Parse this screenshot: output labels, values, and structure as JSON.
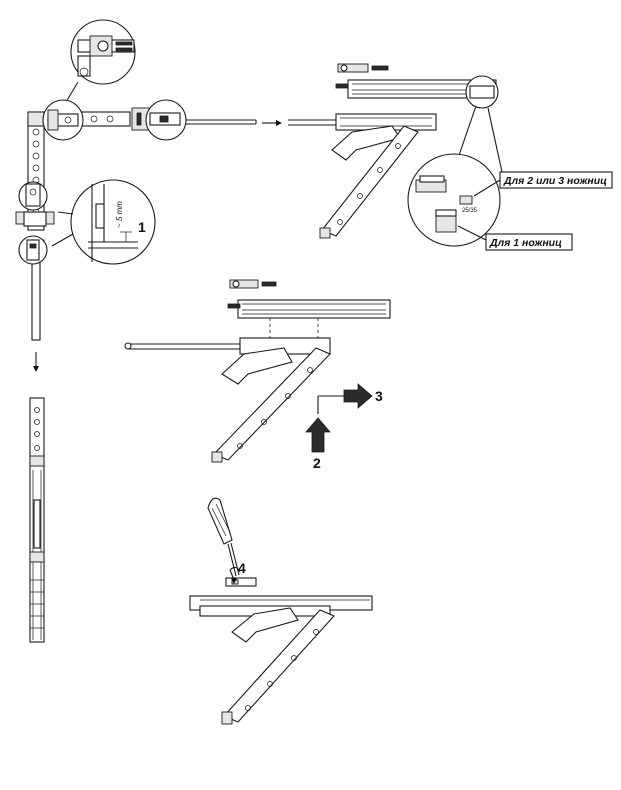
{
  "steps": {
    "s1": "1",
    "s2": "2",
    "s3": "3",
    "s4": "4"
  },
  "labels": {
    "two_or_three": "Для 2 или 3 ножниц",
    "one": "Для 1 ножниц",
    "size_code": "25/35",
    "gap": "~ 5 mm"
  },
  "icons": {
    "arrow_right": "arrow-right-icon",
    "arrow_up": "arrow-up-icon",
    "arrow_down": "arrow-down-icon",
    "screwdriver": "screwdriver-icon"
  }
}
